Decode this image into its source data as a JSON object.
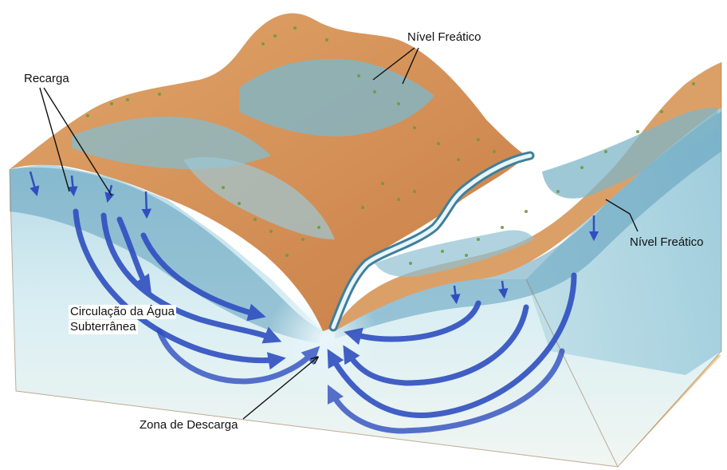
{
  "labels": {
    "recharge": "Recarga",
    "water_table_top": "Nível Freático",
    "water_table_right": "Nível Freático",
    "groundwater_line1": "Circulação da Água",
    "groundwater_line2": "Subterrânea",
    "discharge_zone": "Zona de Descarga"
  },
  "colors": {
    "ground_earth": "#d2935a",
    "ground_light": "#e9c08a",
    "water_light": "#bfe0ea",
    "water_mid": "#8dc3d6",
    "water_dark": "#3f7f9c",
    "arrow_blue": "#2f4fc0",
    "soil_base": "#e7b97c",
    "vegetation": "#6f9a3c"
  }
}
